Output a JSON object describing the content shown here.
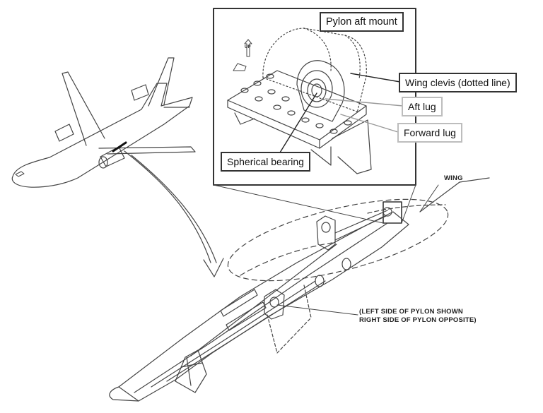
{
  "inset_title": "Pylon aft mount",
  "labels": {
    "wing_clevis": "Wing clevis (dotted line)",
    "aft_lug": "Aft lug",
    "forward_lug": "Forward lug",
    "spherical_bearing": "Spherical bearing"
  },
  "drawing_notes": {
    "wing": "WING",
    "pylon_note_line1": "(LEFT SIDE OF PYLON SHOWN",
    "pylon_note_line2": "RIGHT SIDE OF PYLON OPPOSITE)",
    "up_marker": "UP"
  },
  "colors": {
    "line": "#444444",
    "label_border_dark": "#333333",
    "label_border_light": "#bdbdbd"
  }
}
